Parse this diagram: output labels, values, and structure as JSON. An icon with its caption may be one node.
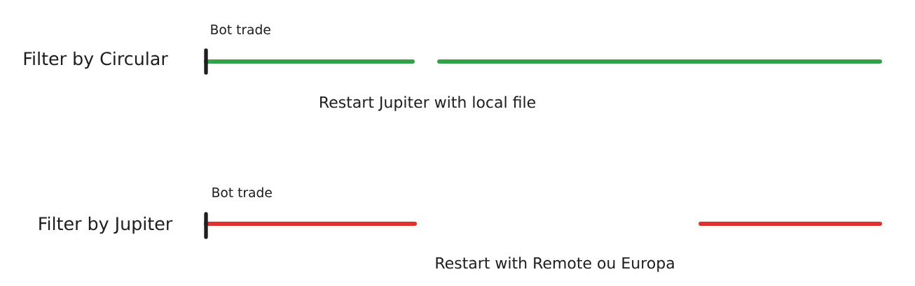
{
  "diagram": {
    "labels": [
      "Bot trade",
      "Filter by Circular",
      "Restart Jupiter with local file",
      "Bot trade",
      "Filter by Jupiter",
      "Restart with Remote ou Europa"
    ]
  }
}
